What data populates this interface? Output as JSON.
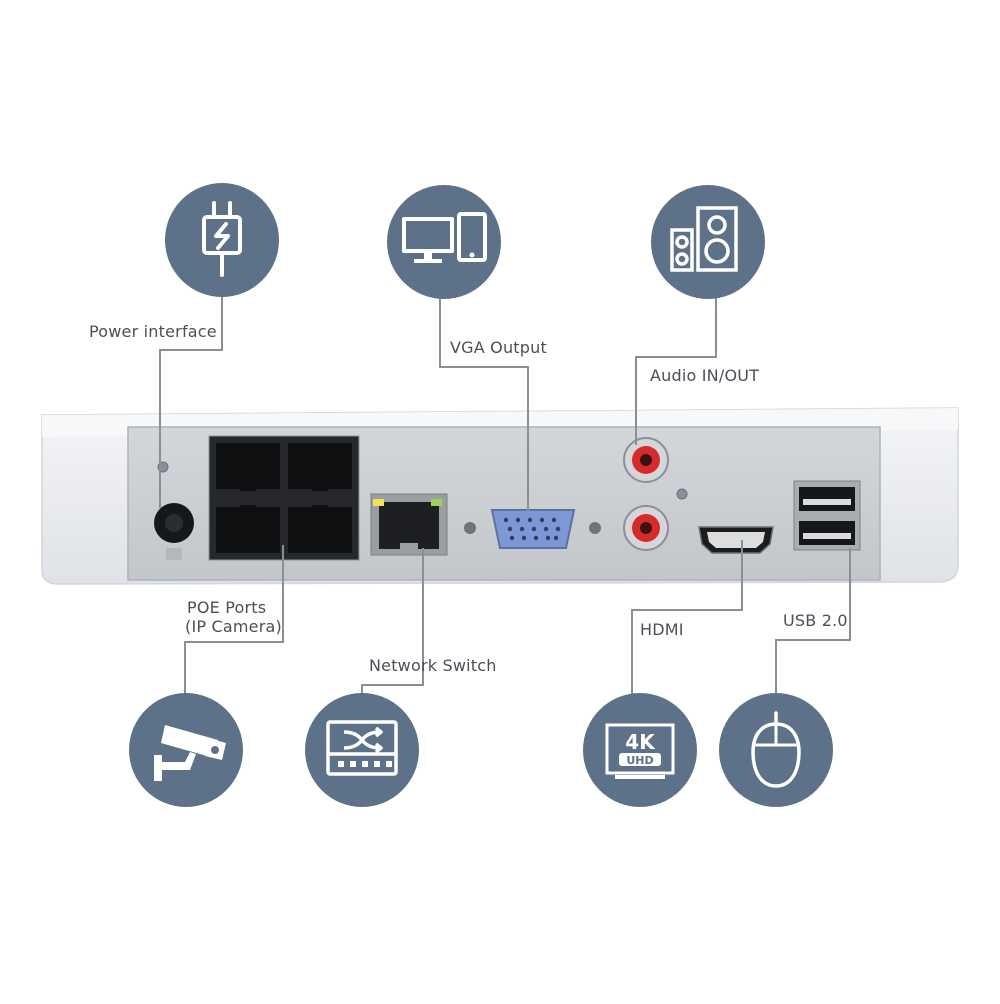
{
  "labels": {
    "power": "Power interface",
    "vga": "VGA Output",
    "audio": "Audio IN/OUT",
    "poe_line1": "POE Ports",
    "poe_line2": "(IP Camera)",
    "network": "Network Switch",
    "hdmi": "HDMI",
    "usb": "USB 2.0"
  },
  "icons": [
    "power-plug-icon",
    "monitor-tablet-icon",
    "speakers-icon",
    "security-camera-icon",
    "network-switch-icon",
    "4k-uhd-icon",
    "mouse-icon"
  ],
  "badge_text": {
    "four_k": "4K",
    "uhd": "UHD"
  },
  "colors": {
    "circle": "#5d7189",
    "line": "#8a8f96",
    "panel": "#c9ccd1",
    "chassis": "#e9ebee",
    "text": "#4a4f57"
  }
}
